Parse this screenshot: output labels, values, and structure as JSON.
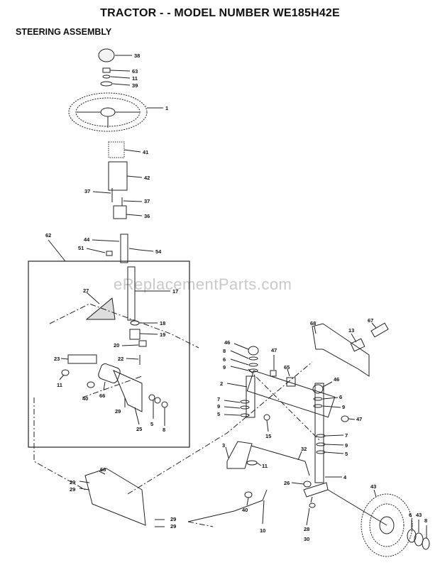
{
  "title": "TRACTOR - - MODEL NUMBER WE185H42E",
  "subtitle": "STEERING ASSEMBLY",
  "watermark": "eReplacementParts.com",
  "callouts": [
    "38",
    "63",
    "11",
    "39",
    "1",
    "41",
    "42",
    "37",
    "37",
    "36",
    "44",
    "51",
    "54",
    "62",
    "17",
    "27",
    "18",
    "19",
    "20",
    "22",
    "23",
    "11",
    "40",
    "66",
    "29",
    "25",
    "5",
    "8",
    "68",
    "29",
    "29",
    "29",
    "29",
    "46",
    "8",
    "6",
    "9",
    "47",
    "65",
    "2",
    "7",
    "9",
    "5",
    "15",
    "46",
    "6",
    "9",
    "47",
    "68",
    "13",
    "67",
    "3",
    "11",
    "32",
    "7",
    "9",
    "5",
    "4",
    "26",
    "40",
    "28",
    "30",
    "10",
    "43",
    "6",
    "43",
    "8"
  ]
}
